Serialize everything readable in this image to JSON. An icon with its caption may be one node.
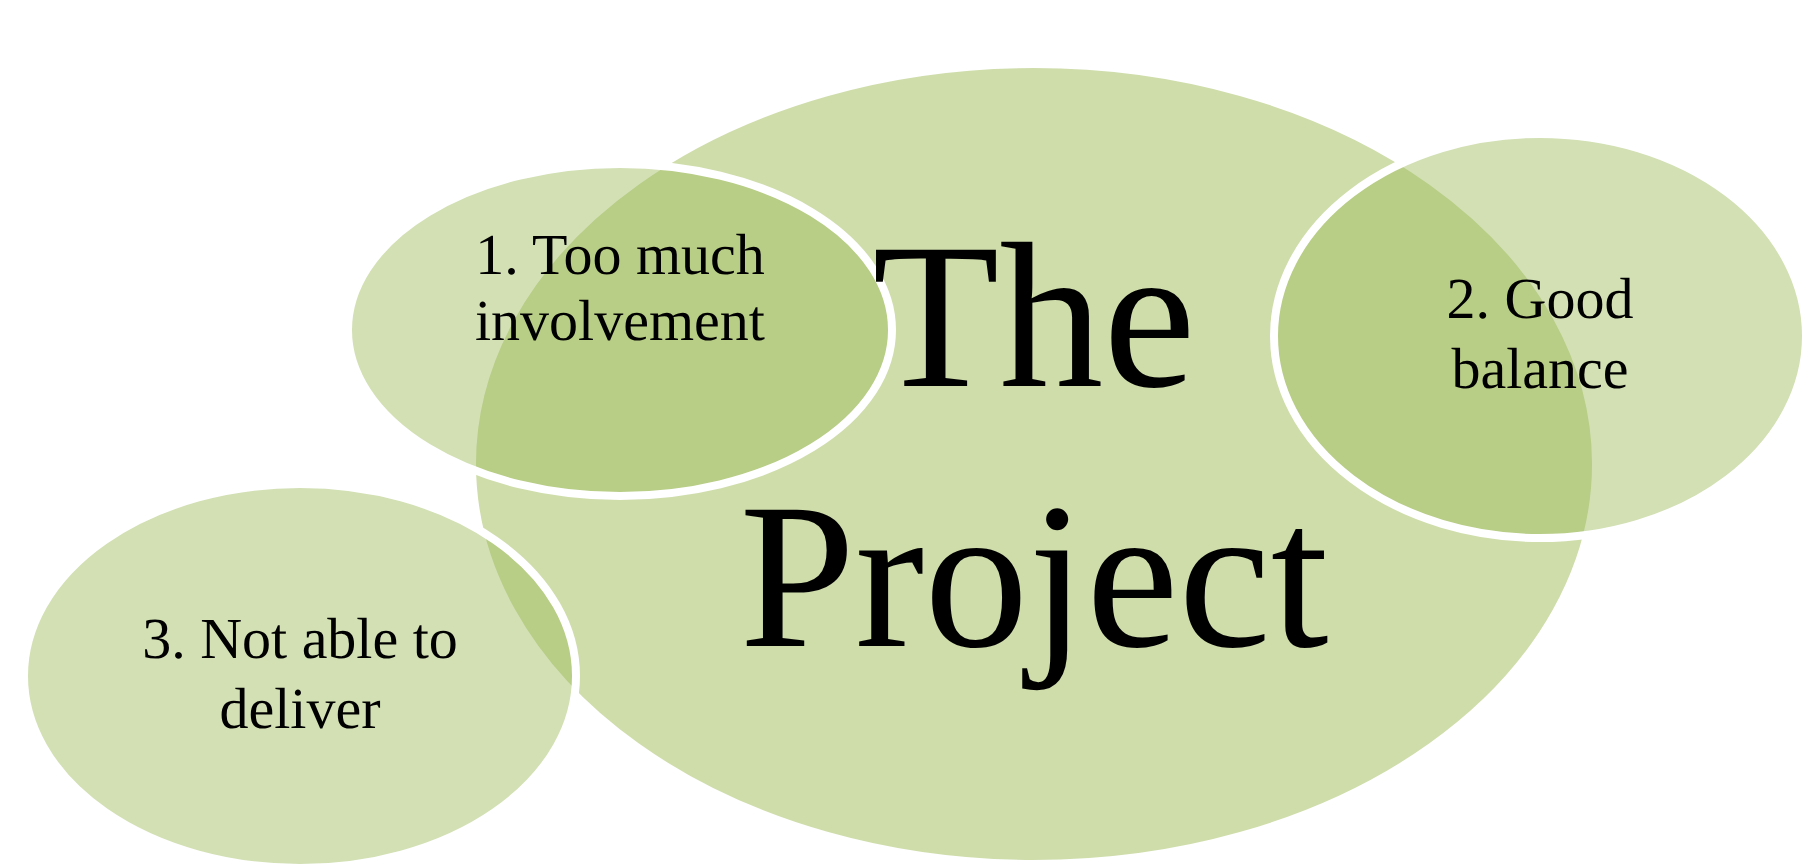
{
  "diagram": {
    "nodes": [
      {
        "text": [
          "The Project"
        ]
      },
      {
        "text": [
          "1. Too much involvement"
        ]
      },
      {
        "text": [
          "2. Good balance"
        ]
      },
      {
        "text": [
          "3. Not able to deliver"
        ]
      }
    ]
  }
}
